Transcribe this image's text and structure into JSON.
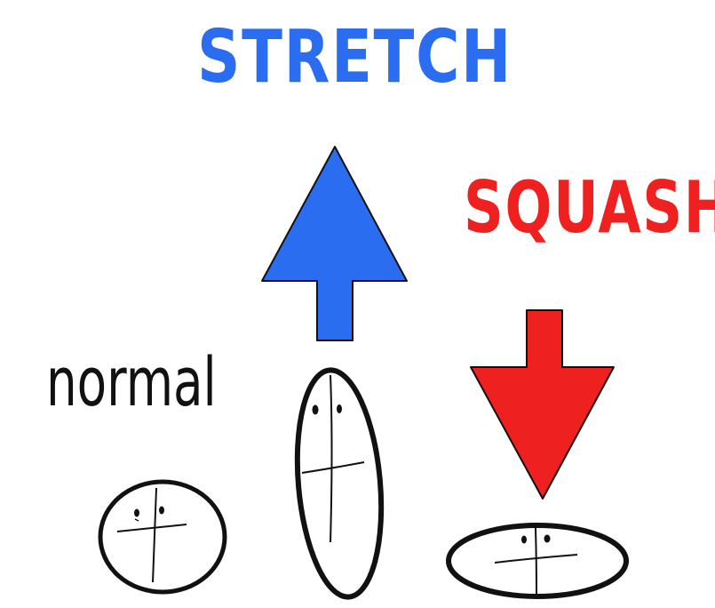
{
  "labels": {
    "stretch": "STRETCH",
    "squash": "SQUASH",
    "normal": "normal"
  },
  "colors": {
    "stretch": "#2a6df0",
    "squash": "#ef2020",
    "normal": "#111111",
    "outline": "#111111",
    "background": "#ffffff"
  },
  "icons": {
    "up_arrow": "up-arrow-icon",
    "down_arrow": "down-arrow-icon"
  }
}
